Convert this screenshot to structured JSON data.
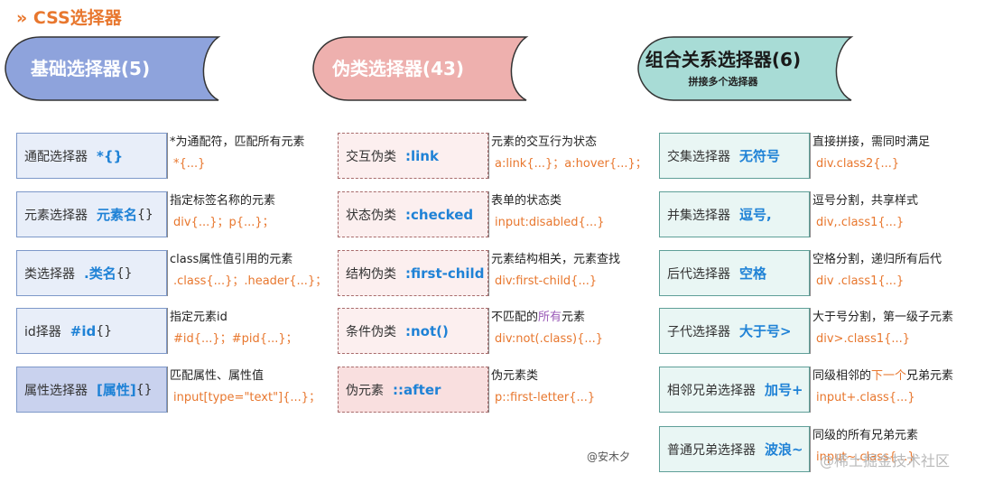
{
  "title": "» CSS选择器",
  "credit": "@安木夕",
  "watermark": "@稀土掘金技术社区",
  "colors": {
    "accent": "#e8772e",
    "selector": "#1f82d6",
    "col0_header": "#8ea3dc",
    "col1_header": "#eeb0ae",
    "col2_header": "#a8dcd6"
  },
  "columns": [
    {
      "header": "基础选择器(5)",
      "subheader": "",
      "items": [
        {
          "label": "通配选择器",
          "selector": "*{}",
          "selector_tail": "",
          "desc": "*为通配符，匹配所有元素",
          "example": "*{...}"
        },
        {
          "label": "元素选择器",
          "selector": "元素名",
          "selector_tail": "{}",
          "desc": "指定标签名称的元素",
          "example": "div{...}；p{...}；"
        },
        {
          "label": "类选择器",
          "selector": ".类名",
          "selector_tail": "{}",
          "desc": "class属性值引用的元素",
          "example": ".class{...}；.header{...}；"
        },
        {
          "label": "id择器",
          "selector": "#id",
          "selector_tail": "{}",
          "desc": "指定元素id",
          "example": "#id{...}；#pid{...}；"
        },
        {
          "label": "属性选择器",
          "selector": "[属性]",
          "selector_tail": "{}",
          "desc": "匹配属性、属性值",
          "example": "input[type=\"text\"]{...}；"
        }
      ]
    },
    {
      "header": "伪类选择器(43)",
      "subheader": "",
      "items": [
        {
          "label": "交互伪类",
          "selector": ":link",
          "selector_tail": "",
          "desc": "元素的交互行为状态",
          "example": "a:link{...}；a:hover{...}；"
        },
        {
          "label": "状态伪类",
          "selector": ":checked",
          "selector_tail": "",
          "desc": "表单的状态类",
          "example": "input:disabled{...}"
        },
        {
          "label": "结构伪类",
          "selector": ":first-child",
          "selector_tail": "",
          "desc": "元素结构相关，元素查找",
          "example": "div:first-child{...}"
        },
        {
          "label": "条件伪类",
          "selector": ":not()",
          "selector_tail": "",
          "desc_pre": "不匹配的",
          "desc_hl": "所有",
          "desc_post": "元素",
          "example": "div:not(.class){...}"
        },
        {
          "label": "伪元素",
          "selector": "::after",
          "selector_tail": "",
          "desc": "伪元素类",
          "example": "p::first-letter{...}"
        }
      ]
    },
    {
      "header": "组合关系选择器(6)",
      "subheader": "拼接多个选择器",
      "items": [
        {
          "label": "交集选择器",
          "selector": "无符号",
          "selector_tail": "",
          "desc": "直接拼接，需同时满足",
          "example": "div.class2{...}"
        },
        {
          "label": "并集选择器",
          "selector": "逗号,",
          "selector_tail": "",
          "desc": "逗号分割，共享样式",
          "example": "div,.class1{...}"
        },
        {
          "label": "后代选择器",
          "selector": "空格",
          "selector_tail": "",
          "desc": "空格分割，递归所有后代",
          "example": "div .class1{...}"
        },
        {
          "label": "子代选择器",
          "selector": "大于号>",
          "selector_tail": "",
          "desc": "大于号分割，第一级子元素",
          "example": "div>.class1{...}"
        },
        {
          "label": "相邻兄弟选择器",
          "selector": "加号+",
          "selector_tail": "",
          "desc_pre": "同级相邻的",
          "desc_hl": "下一个",
          "desc_post": "兄弟元素",
          "example": "input+.class{...}"
        },
        {
          "label": "普通兄弟选择器",
          "selector": "波浪~",
          "selector_tail": "",
          "desc": "同级的所有兄弟元素",
          "example": "input~.class{...}"
        }
      ]
    }
  ]
}
